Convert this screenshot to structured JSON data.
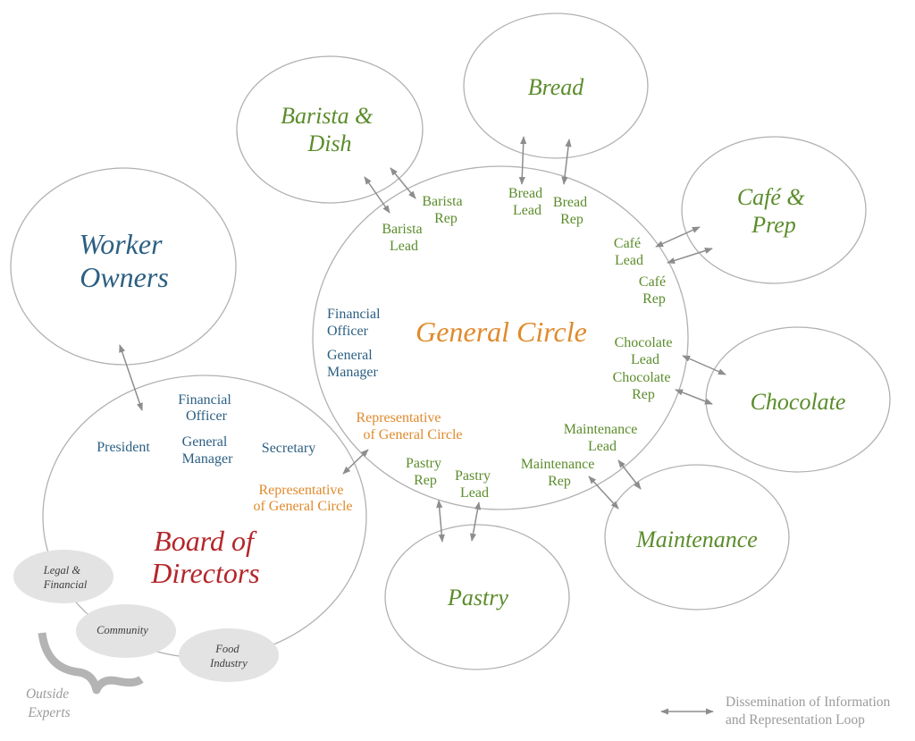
{
  "colors": {
    "circle_stroke": "#b1b1b1",
    "blue": "#2c5f82",
    "red": "#b3262b",
    "orange": "#e08a2c",
    "green": "#5b8c2b",
    "expert_fill": "#e3e3e3",
    "expert_text": "#3d3d3d",
    "arrow": "#8d8d8d",
    "brace": "#b4b4b4",
    "note": "#9b9b9b"
  },
  "worker_owners": {
    "title": [
      "Worker",
      "Owners"
    ]
  },
  "board_of_directors": {
    "title": [
      "Board of",
      "Directors"
    ],
    "president": "President",
    "financial_officer": [
      "Financial",
      "Officer"
    ],
    "general_manager": [
      "General",
      "Manager"
    ],
    "secretary": "Secretary",
    "representative": [
      "Representative",
      "of General Circle"
    ]
  },
  "general_circle": {
    "title": "General Circle",
    "financial_officer": [
      "Financial",
      "Officer"
    ],
    "general_manager": [
      "General",
      "Manager"
    ],
    "representative": [
      "Representative",
      "of General Circle"
    ],
    "barista_lead": [
      "Barista",
      "Lead"
    ],
    "barista_rep": [
      "Barista",
      "Rep"
    ],
    "bread_lead": [
      "Bread",
      "Lead"
    ],
    "bread_rep": [
      "Bread",
      "Rep"
    ],
    "cafe_lead": [
      "Café",
      "Lead"
    ],
    "cafe_rep": [
      "Café",
      "Rep"
    ],
    "chocolate_lead": [
      "Chocolate",
      "Lead"
    ],
    "chocolate_rep": [
      "Chocolate",
      "Rep"
    ],
    "maintenance_lead": [
      "Maintenance",
      "Lead"
    ],
    "maintenance_rep": [
      "Maintenance",
      "Rep"
    ],
    "pastry_rep": [
      "Pastry",
      "Rep"
    ],
    "pastry_lead": [
      "Pastry",
      "Lead"
    ]
  },
  "circles": {
    "barista_dish": [
      "Barista &",
      "Dish"
    ],
    "bread": "Bread",
    "cafe_prep": [
      "Café &",
      "Prep"
    ],
    "chocolate": "Chocolate",
    "maintenance": "Maintenance",
    "pastry": "Pastry"
  },
  "outside_experts": {
    "label": [
      "Outside",
      "Experts"
    ],
    "legal_financial": [
      "Legal &",
      "Financial"
    ],
    "community": "Community",
    "food_industry": [
      "Food",
      "Industry"
    ]
  },
  "legend": {
    "text": [
      "Dissemination of Information",
      "and Representation Loop"
    ]
  }
}
